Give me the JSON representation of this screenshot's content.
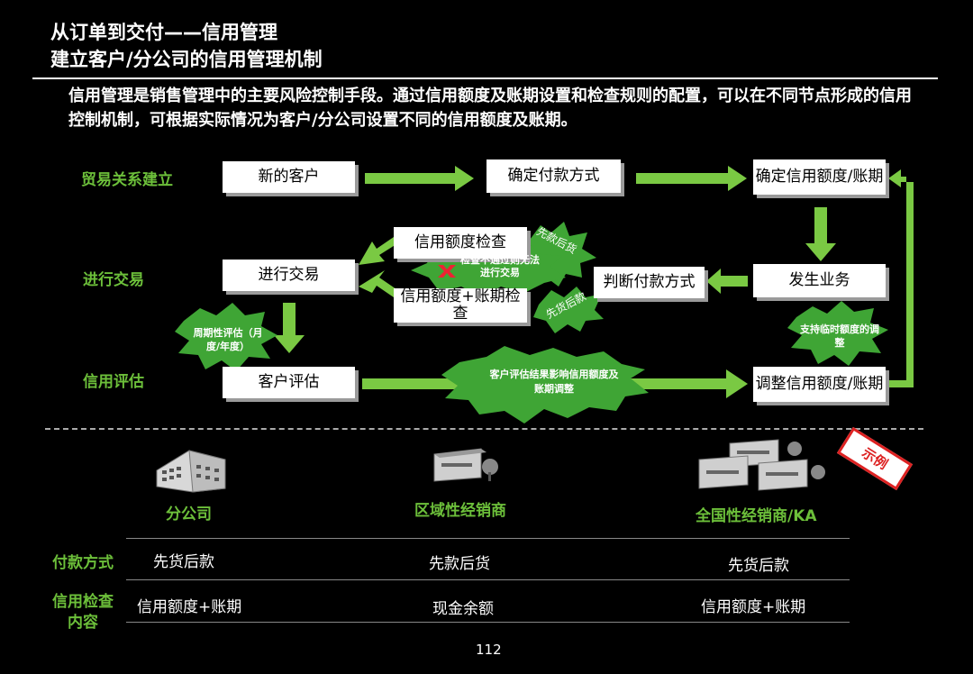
{
  "header": {
    "title_line1": "从订单到交付——信用管理",
    "title_line2": "建立客户/分公司的信用管理机制"
  },
  "intro": "信用管理是销售管理中的主要风险控制手段。通过信用额度及账期设置和检查规则的配置，可以在不同节点形成的信用控制机制，可根据实际情况为客户/分公司设置不同的信用额度及账期。",
  "rows": {
    "trade_relation": "贸易关系建立",
    "transaction": "进行交易",
    "credit_eval": "信用评估"
  },
  "boxes": {
    "new_customer": "新的客户",
    "payment_method": "确定付款方式",
    "set_credit": "确定信用额度/账期",
    "credit_check": "信用额度检查",
    "do_transaction": "进行交易",
    "credit_period_check": "信用额度+账期检查",
    "judge_payment": "判断付款方式",
    "business_occurs": "发生业务",
    "customer_eval": "客户评估",
    "adjust_credit": "调整信用额度/账期"
  },
  "callouts": {
    "prepay": "先款后货",
    "postpay": "先货后款",
    "fail_check": "检查不通过则无法进行交易",
    "periodic_eval": "周期性评估（月度/年度）",
    "temp_credit": "支持临时额度的调整",
    "eval_impact": "客户评估结果影响信用额度及账期调整"
  },
  "entities": {
    "branch": "分公司",
    "regional": "区域性经销商",
    "national": "全国性经销商/KA"
  },
  "stamp": "示例",
  "table": {
    "row1_label": "付款方式",
    "row2_label": "信用检查内容",
    "row1": [
      "先货后款",
      "先款后货",
      "先货后款"
    ],
    "row2": [
      "信用额度+账期",
      "现金余额",
      "信用额度+账期"
    ]
  },
  "page_number": "112",
  "colors": {
    "accent_green": "#6cbf3a",
    "arrow_green": "#7ac943",
    "burst_green": "#3fa535",
    "stamp_red": "#d22222"
  }
}
